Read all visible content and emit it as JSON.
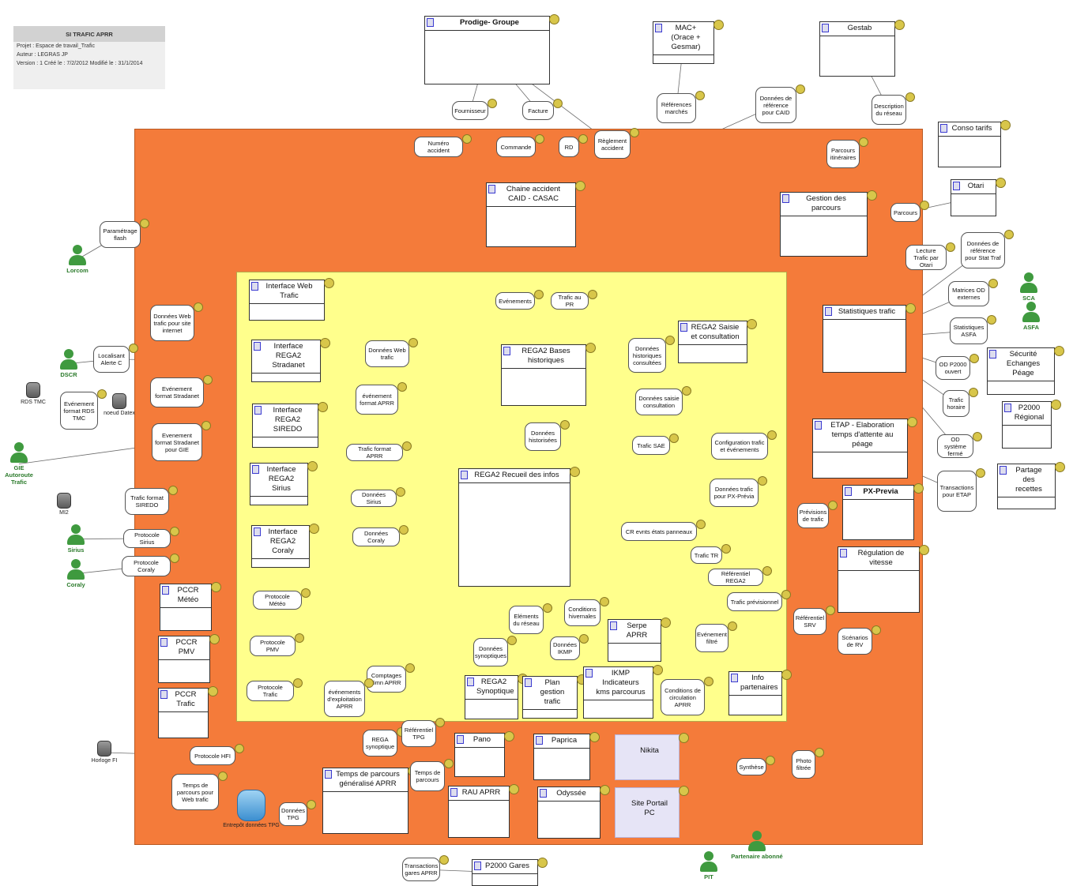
{
  "info": {
    "title": "SI TRAFIC APRR",
    "projet": "Projet : Espace de travail_Trafic",
    "auteur": "Auteur : LEGRAS JP",
    "version": "Version : 1    Créé le : 7/2/2012    Modifié le : 31/1/2014"
  },
  "boxes": {
    "prodige": "Prodige- Groupe",
    "mac": "MAC+ (Orace + Gesmar)",
    "gestab": "Gestab",
    "conso": "Conso tarifs",
    "otari": "Otari",
    "chaine": "Chaine accident CAID - CASAC",
    "gestion_parcours": "Gestion des parcours",
    "stats": "Statistiques trafic",
    "securite": "Sécurité Echanges Péage",
    "p2000_regional": "P2000 Régional",
    "partage": "Partage des recettes",
    "etap": "ETAP - Elaboration temps d'attente au péage",
    "pxprevia": "PX-Previa",
    "regulation": "Régulation de vitesse",
    "info_partenaires": "Info partenaires",
    "iweb": "Interface Web Trafic",
    "istradanet": "Interface REGA2 Stradanet",
    "isiredo": "Interface REGA2 SIREDO",
    "isirius": "Interface REGA2 Sirius",
    "icoraly": "Interface REGA2 Coraly",
    "pccr_meteo": "PCCR Météo",
    "pccr_pmv": "PCCR PMV",
    "pccr_trafic": "PCCR Trafic",
    "bases": "REGA2 Bases historiques",
    "saisie": "REGA2 Saisie et consultation",
    "recueil": "REGA2 Recueil des infos",
    "serpe": "Serpe APRR",
    "synoptique": "REGA2 Synoptique",
    "plan_gestion": "Plan gestion trafic",
    "ikmp": "IKMP Indicateurs kms parcourus",
    "pano": "Pano",
    "paprica": "Paprica",
    "nikita": "Nikita",
    "rau": "RAU APRR",
    "odyssee": "Odyssée",
    "portail": "Site Portail PC",
    "temps_parcours": "Temps de parcours généralisé APRR",
    "p2000_gares": "P2000 Gares"
  },
  "flows": {
    "fournisseur": "Fournisseur",
    "facture": "Facture",
    "numero_accident": "Numéro accident",
    "commande": "Commande",
    "rd": "RD",
    "reglement": "Règlement accident",
    "references_marches": "Références marchés",
    "donnees_ref_caid": "Données de référence pour CAID",
    "description_reseau": "Description du réseau",
    "parcours_itineraires": "Parcours itinéraires",
    "parcours": "Parcours",
    "lecture_trafic": "Lecture Trafic par Otari",
    "donnees_ref_stat": "Données de référence pour Stat Traf",
    "matrices_od": "Matrices OD externes",
    "stats_asfa": "Statistiques ASFA",
    "od_p2000": "OD P2000 ouvert",
    "trafic_horaire": "Trafic horaire",
    "od_systeme": "OD système fermé",
    "transactions_etap": "Transactions pour ETAP",
    "parametrage_flash": "Paramétrage flash",
    "donnees_web_site": "Données Web trafic pour site internet",
    "localisant": "Localisant Alerte C",
    "evt_stradanet": "Evénement format Stradanet",
    "evt_rdstmc": "Evénement format RDS TMC",
    "evt_gie": "Evenement format Stradanet pour GIE",
    "trafic_siredo": "Trafic format SIREDO",
    "protocole_sirius": "Protocole Sirius",
    "protocole_coraly": "Protocole Coraly",
    "donnees_web": "Données Web trafic",
    "evt_aprr": "événement format APRR",
    "trafic_aprr": "Trafic format APRR",
    "donnees_sirius": "Données Sirius",
    "donnees_coraly": "Données Coraly",
    "protocole_meteo": "Protocole Météo",
    "protocole_pmv": "Protocole PMV",
    "protocole_trafic": "Protocole Trafic",
    "evenements": "Evénements",
    "trafic_pr": "Trafic au PR",
    "donnees_hist_consultees": "Données historiques consultées",
    "donnees_saisie": "Données saisie consultation",
    "donnees_historisees": "Données historisées",
    "trafic_sae": "Trafic SAE",
    "config_trafic": "Configuration trafic et événements",
    "donnees_px": "Données trafic pour PX-Prévia",
    "previsions": "Prévisions de trafic",
    "cr_evnts": "CR evnts états panneaux",
    "trafic_tr": "Trafic TR",
    "ref_rega2": "Référentiel REGA2",
    "trafic_prev": "Trafic prévisionnel",
    "ref_srv": "Référentiel SRV",
    "scenarios": "Scénarios de RV",
    "evt_filtre": "Evénement filtré",
    "conditions_hiv": "Conditions hivernales",
    "elements_reseau": "Eléments du réseau",
    "donnees_ikmp": "Données IKMP",
    "donnees_synoptiques": "Données synoptiques",
    "comptages": "Comptages 6mn APRR",
    "evt_exploitation": "événements d'exploitation APRR",
    "conditions_circ": "Conditions de circulation APRR",
    "rega_synoptique": "REGA synoptique",
    "ref_tpg": "Référentiel TPG",
    "temps_parcours_f": "Temps de parcours",
    "protocole_hfi": "Protocole HFI",
    "temps_web": "Temps de parcours pour Web trafic",
    "donnees_tpg": "Données TPG",
    "synthese": "Synthèse",
    "photo_filtree": "Photo filtrée",
    "transactions_gares": "Transactions gares APRR"
  },
  "actors": {
    "lorcom": "Lorcom",
    "dscr": "DSCR",
    "gie": "GIE Autoroute Trafic",
    "sirius": "Sirius",
    "coraly": "Coraly",
    "sca": "SCA",
    "asfa": "ASFA",
    "partenaire": "Partenaire abonné",
    "pit": "PIT"
  },
  "stores": {
    "rds_tmc": "RDS TMC",
    "noeud_datex": "noeud Datex",
    "mi2": "MI2",
    "horloge": "Horloge FI",
    "entrepot": "Entrepôt données TPG"
  },
  "colors": {
    "orange_zone": "#f47b3a",
    "yellow_zone": "#ffff8c",
    "actor_green": "#3f9a3f"
  }
}
